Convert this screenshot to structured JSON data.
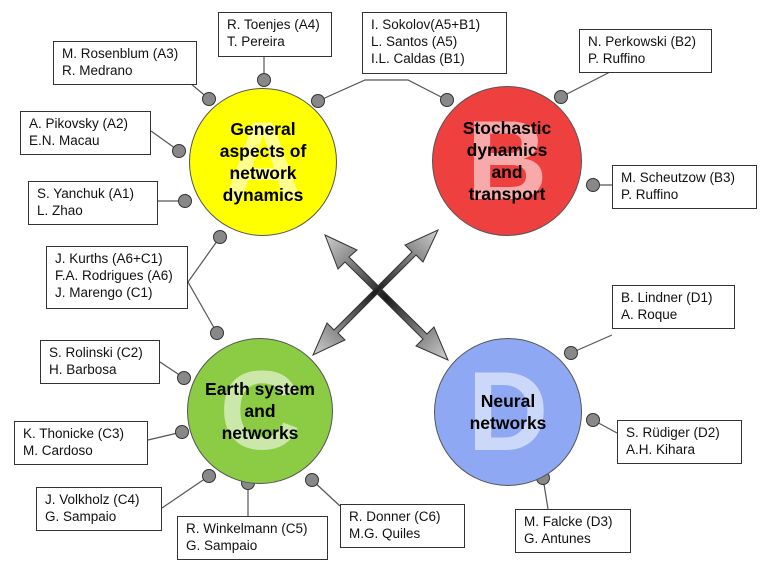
{
  "colors": {
    "hub_a": "#ffff00",
    "hub_b": "#ef4040",
    "hub_c": "#8ccc44",
    "hub_d": "#8fa8f4",
    "connector": "#555555",
    "node": "#888888"
  },
  "hubs": {
    "a": {
      "letter": "A",
      "title": [
        "General",
        "aspects of",
        "network",
        "dynamics"
      ]
    },
    "b": {
      "letter": "B",
      "title": [
        "Stochastic",
        "dynamics",
        "and",
        "transport"
      ]
    },
    "c": {
      "letter": "C",
      "title": [
        "Earth system",
        "and",
        "networks"
      ]
    },
    "d": {
      "letter": "D",
      "title": [
        "Neural",
        "networks"
      ]
    }
  },
  "groups": {
    "a4": [
      "R. Toenjes (A4)",
      "T. Pereira"
    ],
    "a3": [
      "M. Rosenblum (A3)",
      "R. Medrano"
    ],
    "a2": [
      "A. Pikovsky (A2)",
      "E.N. Macau"
    ],
    "a1": [
      "S. Yanchuk (A1)",
      "L. Zhao"
    ],
    "a5b1": [
      "I. Sokolov(A5+B1)",
      "L. Santos (A5)",
      "I.L. Caldas (B1)"
    ],
    "b2": [
      "N. Perkowski (B2)",
      "P. Ruffino"
    ],
    "b3": [
      "M. Scheutzow (B3)",
      "P. Ruffino"
    ],
    "a6c1": [
      "J. Kurths (A6+C1)",
      "F.A. Rodrigues (A6)",
      "J. Marengo (C1)"
    ],
    "c2": [
      "S. Rolinski (C2)",
      "H. Barbosa"
    ],
    "c3": [
      "K. Thonicke (C3)",
      "M. Cardoso"
    ],
    "c4": [
      "J. Volkholz (C4)",
      "G. Sampaio"
    ],
    "c5": [
      "R. Winkelmann (C5)",
      "G. Sampaio"
    ],
    "c6": [
      "R. Donner (C6)",
      "M.G. Quiles"
    ],
    "d1": [
      "B. Lindner (D1)",
      "A. Roque"
    ],
    "d2": [
      "S. Rüdiger (D2)",
      "A.H. Kihara"
    ],
    "d3": [
      "M. Falcke (D3)",
      "G. Antunes"
    ]
  }
}
